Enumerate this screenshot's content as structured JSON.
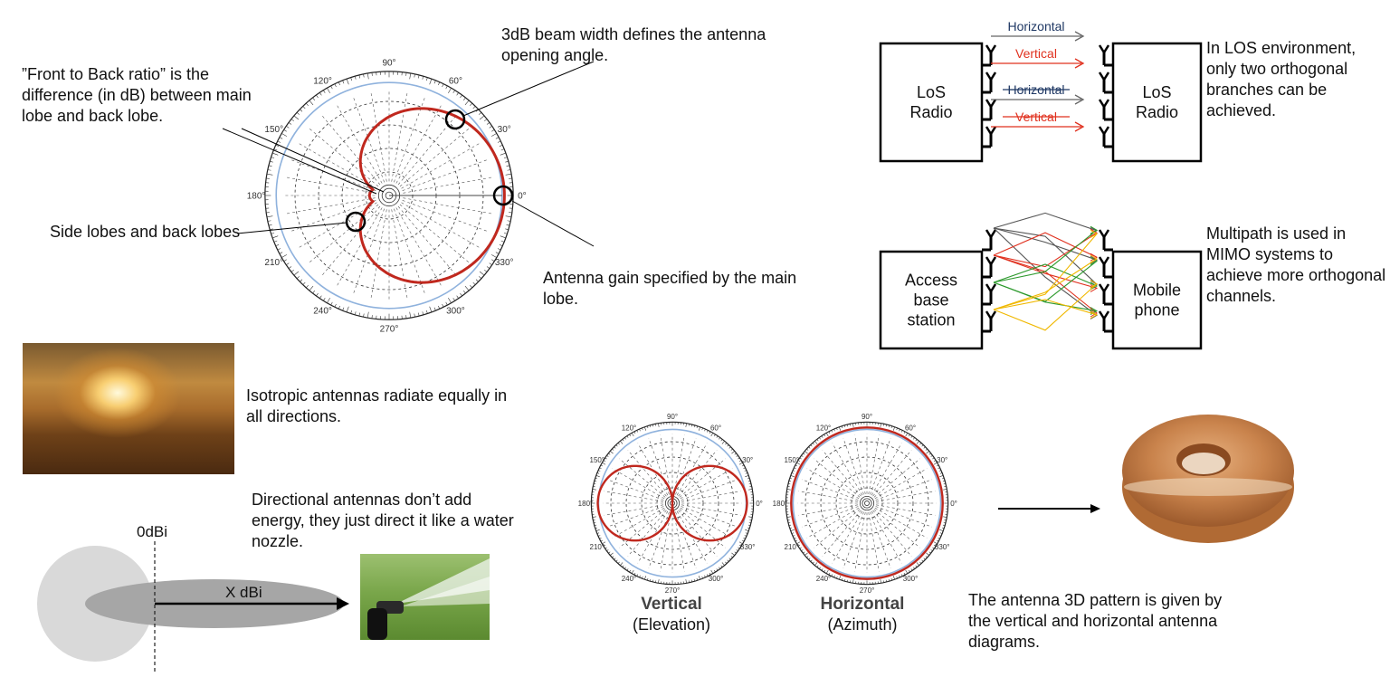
{
  "annotations": {
    "front_to_back": "”Front to Back ratio” is the difference (in dB) between main lobe and back lobe.",
    "beam_width": "3dB beam width defines the antenna opening angle.",
    "side_lobes": "Side lobes and back lobes",
    "antenna_gain": "Antenna gain specified by the main lobe.",
    "isotropic": "Isotropic antennas radiate equally in all directions.",
    "directional": "Directional antennas don’t add energy, they just direct it like a water nozzle.",
    "donut_caption": "The antenna 3D pattern is given by the vertical and horizontal antenna diagrams."
  },
  "main_polar": {
    "angles": [
      "90°",
      "60°",
      "30°",
      "0°",
      "330°",
      "300°",
      "270°",
      "240°",
      "210°",
      "180°",
      "150°",
      "120°"
    ]
  },
  "small_polar": {
    "angles": [
      "90°",
      "60°",
      "30°",
      "0°",
      "330°",
      "300°",
      "270°",
      "240°",
      "210°",
      "180°",
      "150°",
      "120°"
    ],
    "vertical_title": "Vertical",
    "vertical_sub": "(Elevation)",
    "horizontal_title": "Horizontal",
    "horizontal_sub": "(Azimuth)"
  },
  "gain_diagram": {
    "label_0dbi": "0dBi",
    "label_xdbi": "X dBi"
  },
  "los": {
    "left_box": "LoS Radio",
    "right_box": "LoS Radio",
    "link_labels": [
      "Horizontal",
      "Vertical",
      "Horizontal",
      "Vertical"
    ],
    "caption": "In LOS environment, only two orthogonal branches can be achieved."
  },
  "mimo": {
    "left_box": "Access base station",
    "right_box": "Mobile phone",
    "caption": "Multipath is used in MIMO systems to achieve more orthogonal channels."
  },
  "colors": {
    "pattern_red": "#c0281e",
    "ring_blue": "#8fb2dd",
    "horizontal_blue": "#1f3864",
    "vertical_red": "#e0301e",
    "mimo_green": "#2e9a2e",
    "mimo_yellow": "#f0b800"
  }
}
